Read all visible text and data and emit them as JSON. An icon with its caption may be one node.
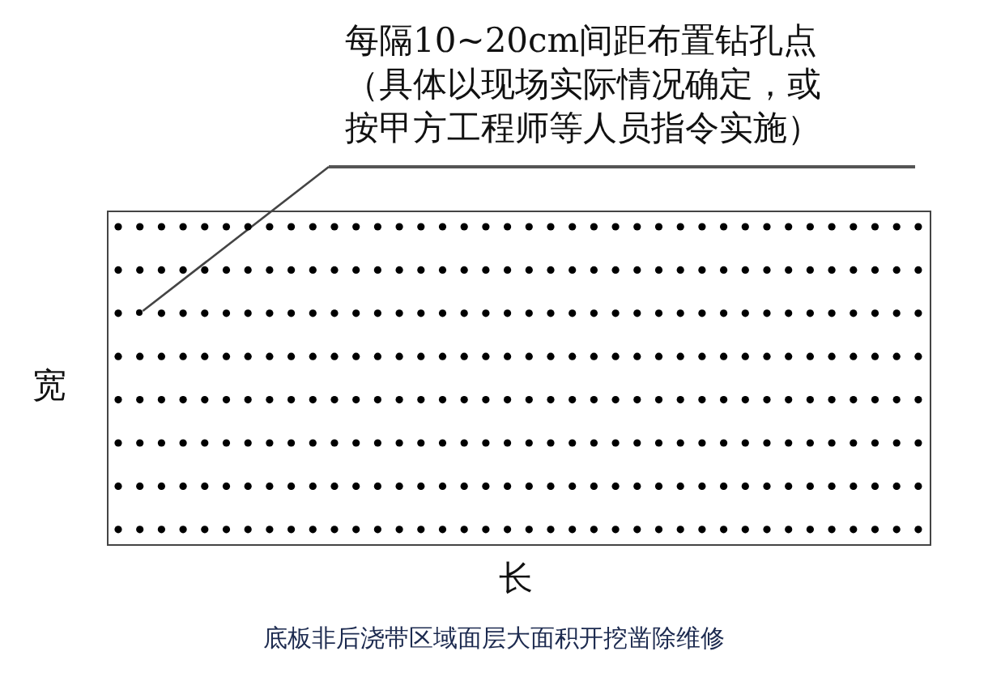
{
  "diagram": {
    "caption": "底板非后浇带区域面层大面积开挖凿除维修",
    "nodes": [
      {
        "text": [
          "每隔10~20cm间距布置钻孔点",
          "（具体以现场实际情况确定，或按甲方工程师等人员指令实施）"
        ]
      },
      {
        "text": [],
        "shape": "box"
      },
      {
        "text": [],
        "shape": "circle",
        "in": 1
      }
    ],
    "edges": [
      {
        "from": 0,
        "to": 2,
        "arrow": "none"
      }
    ],
    "labels": [
      "宽",
      "长"
    ]
  }
}
